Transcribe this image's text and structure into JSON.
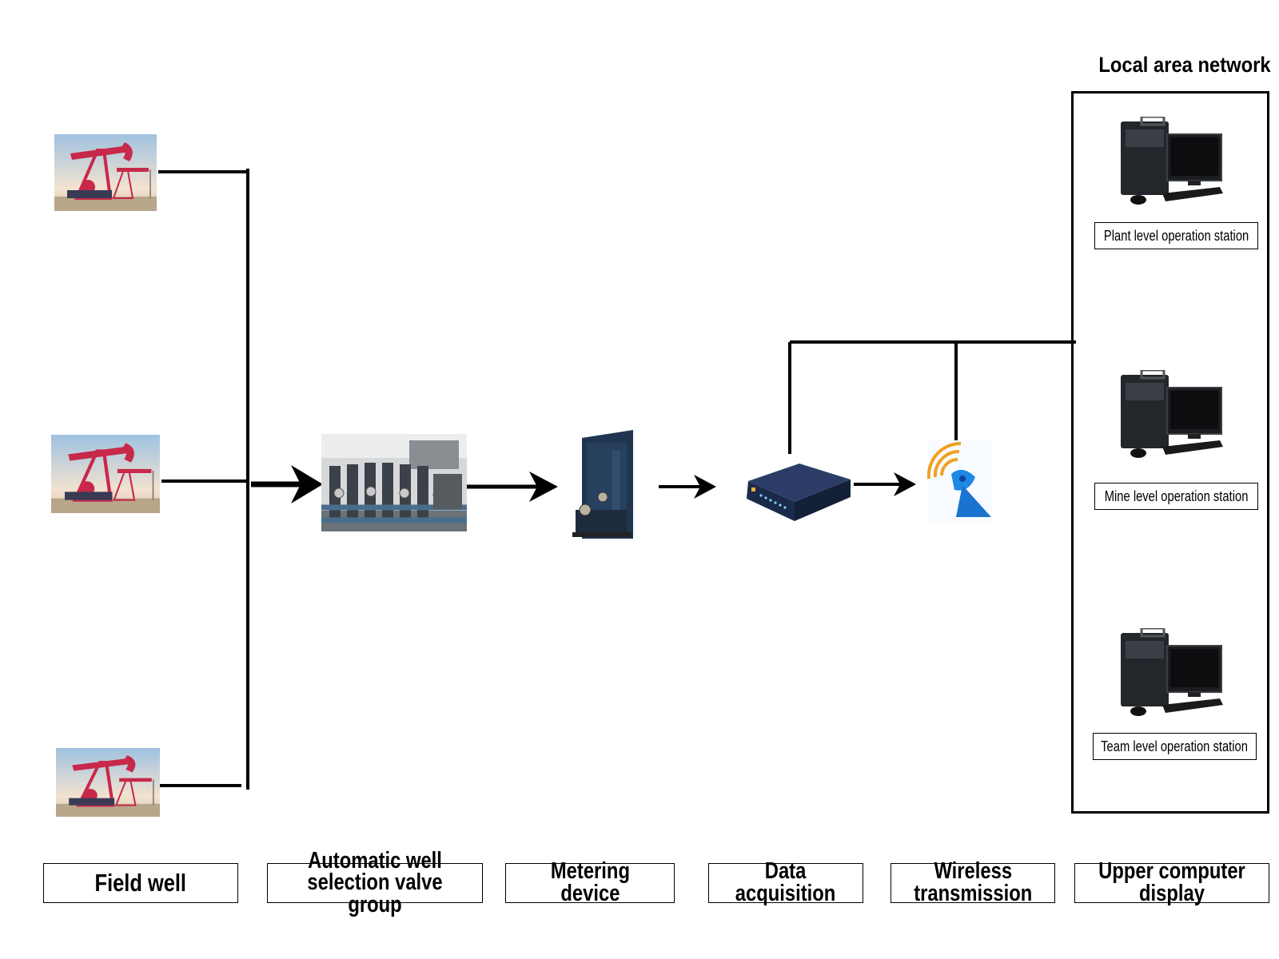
{
  "stages": {
    "field_well": "Field well",
    "valve_group": "Automatic well\nselection valve group",
    "metering": "Metering\ndevice",
    "data_acquisition": "Data\nacquisition",
    "wireless": "Wireless\ntransmission",
    "upper_computer": "Upper computer\ndisplay"
  },
  "lan": {
    "title": "Local area network",
    "stations": [
      "Plant level operation station",
      "Mine level operation station",
      "Team level operation station"
    ]
  },
  "icons": {
    "pumpjack": "pumpjack-photo",
    "valve_room": "valve-group-photo",
    "metering": "metering-device-photo",
    "router": "data-acquisition-router",
    "antenna": "wireless-antenna-icon",
    "computer": "desktop-computer-icon"
  },
  "colors": {
    "line": "#000000",
    "pumpjack": "#c8284a",
    "router": "#1d2f52",
    "antenna": "#1e88e5",
    "signal": "#f0a020"
  }
}
